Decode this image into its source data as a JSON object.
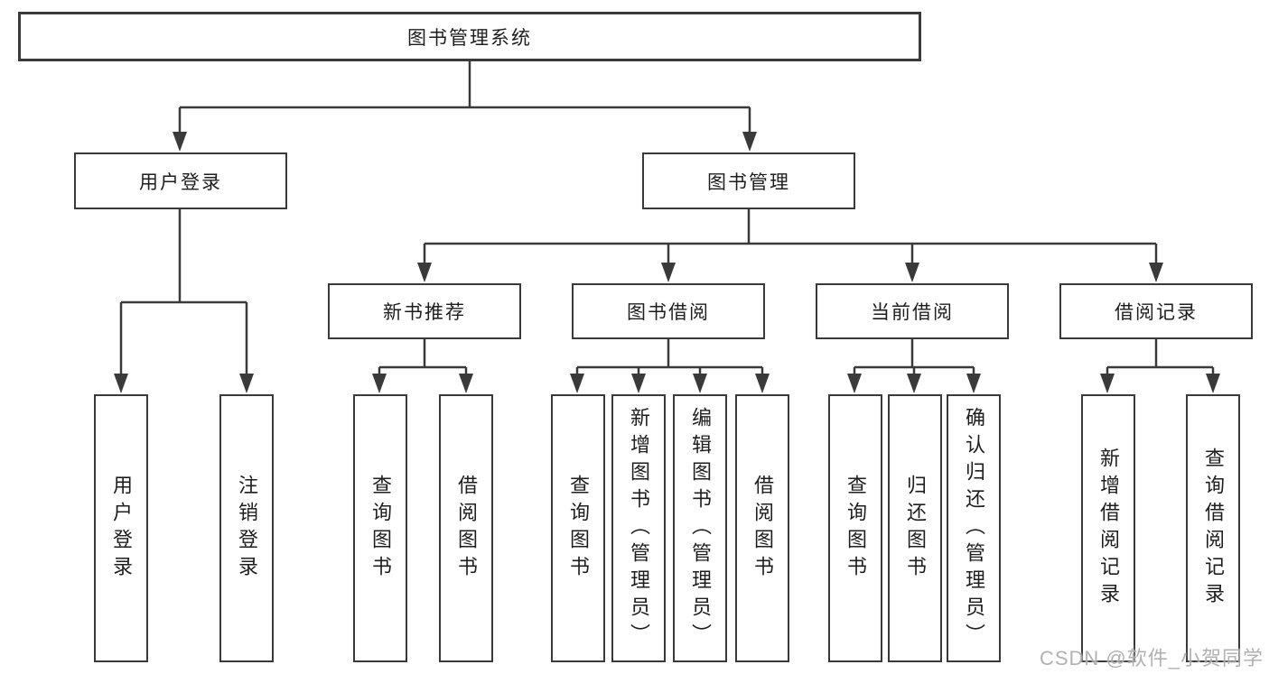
{
  "diagram": {
    "root": "图书管理系统",
    "branches": [
      {
        "label": "用户登录",
        "children": [
          "用户登录",
          "注销登录"
        ]
      },
      {
        "label": "图书管理",
        "sections": [
          {
            "label": "新书推荐",
            "children": [
              "查询图书",
              "借阅图书"
            ]
          },
          {
            "label": "图书借阅",
            "children": [
              "查询图书",
              "新增图书（管理员）",
              "编辑图书（管理员）",
              "借阅图书"
            ]
          },
          {
            "label": "当前借阅",
            "children": [
              "查询图书",
              "归还图书",
              "确认归还（管理员）"
            ]
          },
          {
            "label": "借阅记录",
            "children": [
              "新增借阅记录",
              "查询借阅记录"
            ]
          }
        ]
      }
    ]
  },
  "watermark": "CSDN @软件_小贺同学",
  "colors": {
    "line": "#3a3a3a",
    "text": "#1e1e1e",
    "watermark": "#ababab",
    "background": "#ffffff"
  }
}
